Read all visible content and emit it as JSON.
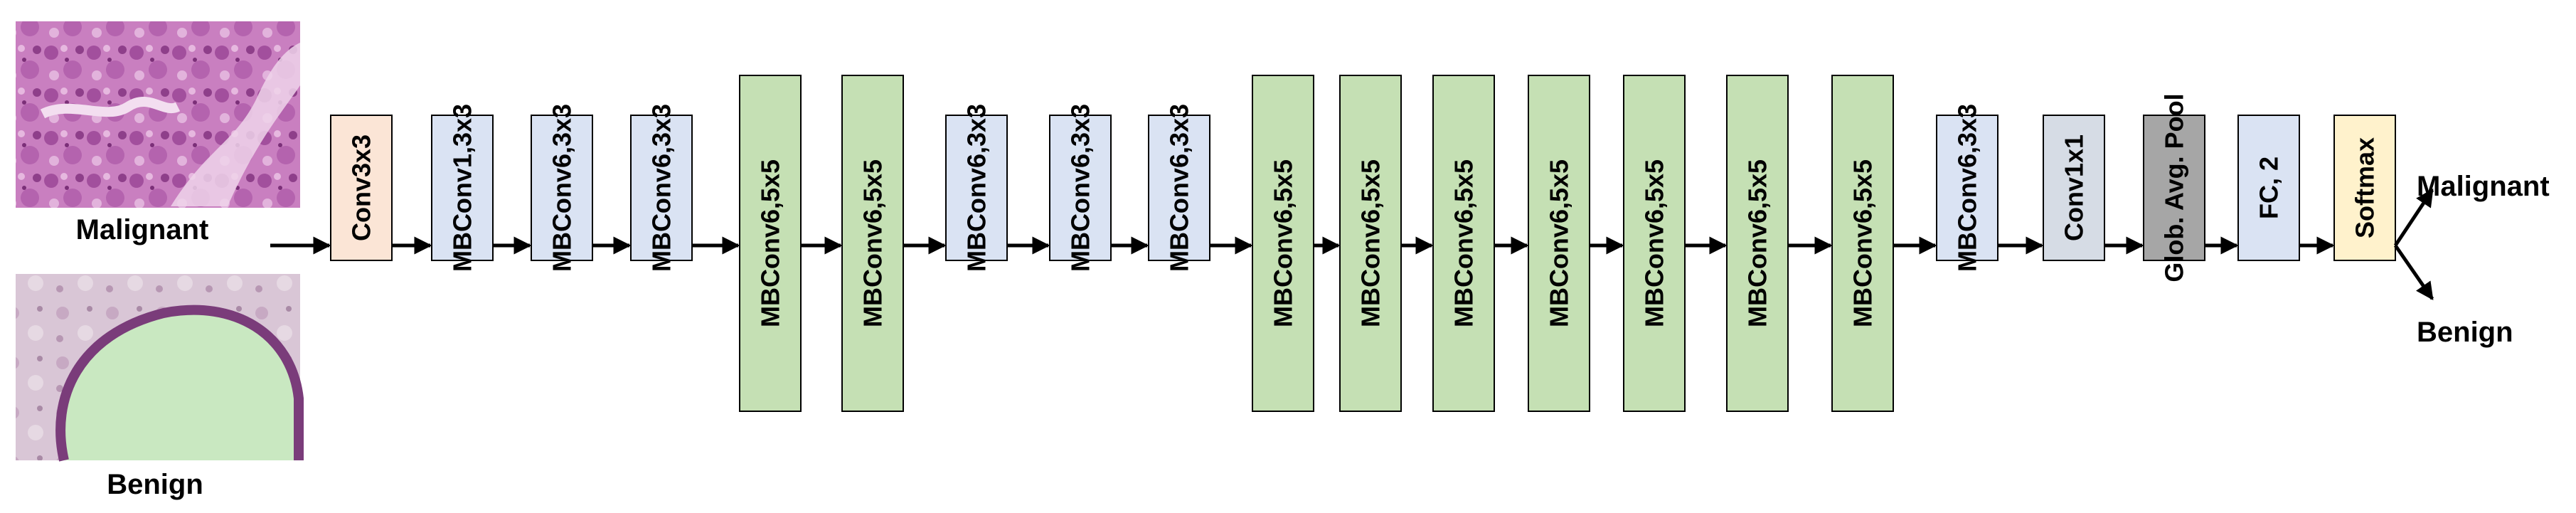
{
  "input_images": [
    {
      "label": "Malignant",
      "pattern": "malignant-he-stain-tissue"
    },
    {
      "label": "Benign",
      "pattern": "benign-he-stain-tissue"
    }
  ],
  "layers": [
    {
      "label": "Conv3x3",
      "color": "#fbe5d6",
      "kind": "small"
    },
    {
      "label": "MBConv1,3x3",
      "color": "#dae3f3",
      "kind": "small"
    },
    {
      "label": "MBConv6,3x3",
      "color": "#dae3f3",
      "kind": "small"
    },
    {
      "label": "MBConv6,3x3",
      "color": "#dae3f3",
      "kind": "small"
    },
    {
      "label": "MBConv6,5x5",
      "color": "#c5e0b4",
      "kind": "large"
    },
    {
      "label": "MBConv6,5x5",
      "color": "#c5e0b4",
      "kind": "large"
    },
    {
      "label": "MBConv6,3x3",
      "color": "#dae3f3",
      "kind": "small"
    },
    {
      "label": "MBConv6,3x3",
      "color": "#dae3f3",
      "kind": "small"
    },
    {
      "label": "MBConv6,3x3",
      "color": "#dae3f3",
      "kind": "small"
    },
    {
      "label": "MBConv6,5x5",
      "color": "#c5e0b4",
      "kind": "large"
    },
    {
      "label": "MBConv6,5x5",
      "color": "#c5e0b4",
      "kind": "large"
    },
    {
      "label": "MBConv6,5x5",
      "color": "#c5e0b4",
      "kind": "large"
    },
    {
      "label": "MBConv6,5x5",
      "color": "#c5e0b4",
      "kind": "large"
    },
    {
      "label": "MBConv6,5x5",
      "color": "#c5e0b4",
      "kind": "large"
    },
    {
      "label": "MBConv6,5x5",
      "color": "#c5e0b4",
      "kind": "large"
    },
    {
      "label": "MBConv6,5x5",
      "color": "#c5e0b4",
      "kind": "large"
    },
    {
      "label": "MBConv6,3x3",
      "color": "#dae3f3",
      "kind": "small"
    },
    {
      "label": "Conv1x1",
      "color": "#d6dce5",
      "kind": "small"
    },
    {
      "label": "Glob. Avg. Pool",
      "color": "#a6a6a6",
      "kind": "small"
    },
    {
      "label": "FC, 2",
      "color": "#dae3f3",
      "kind": "small"
    },
    {
      "label": "Softmax",
      "color": "#fff2cc",
      "kind": "small"
    }
  ],
  "outputs": [
    "Malignant",
    "Benign"
  ],
  "colors": {
    "arrow": "#000000",
    "border": "#000000"
  }
}
